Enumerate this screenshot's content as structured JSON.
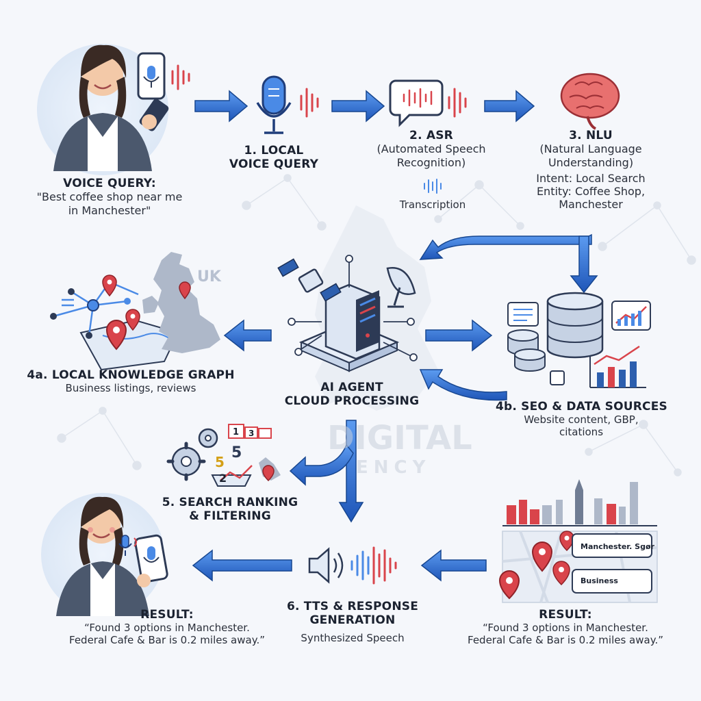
{
  "watermark": {
    "line1": "DIGITAL",
    "line2": "ENCY"
  },
  "voice_query": {
    "title": "VOICE QUERY:",
    "quote_line1": "\"Best coffee shop near me",
    "quote_line2": "in Manchester\""
  },
  "step1": {
    "line1": "1. LOCAL",
    "line2": "VOICE QUERY"
  },
  "step2": {
    "title": "2. ASR",
    "line1": "(Automated Speech",
    "line2": "Recognition)",
    "caption": "Transcription"
  },
  "step3": {
    "title": "3. NLU",
    "line1": "(Natural Language",
    "line2": "Understanding)",
    "intent": "Intent: Local Search",
    "entity_line1": "Entity: Coffee Shop,",
    "entity_line2": "Manchester"
  },
  "uk_label": "UK",
  "step4a": {
    "title": "4a. LOCAL KNOWLEDGE GRAPH",
    "caption": "Business listings, reviews"
  },
  "ai_agent": {
    "line1": "AI AGENT",
    "line2": "CLOUD PROCESSING"
  },
  "step4b": {
    "title": "4b. SEO & DATA SOURCES",
    "line1": "Website content, GBP,",
    "line2": "citations"
  },
  "step5": {
    "line1": "5. SEARCH RANKING",
    "line2": "& FILTERING"
  },
  "rank_labels": {
    "a": "1",
    "b": "3",
    "c": "5",
    "d": "5",
    "e": "2"
  },
  "map_cards": {
    "card1": "Manchester. Sgør",
    "card2": "Business"
  },
  "step6": {
    "line1": "6. TTS & RESPONSE",
    "line2": "GENERATION",
    "caption": "Synthesized Speech"
  },
  "result_left": {
    "title": "RESULT:",
    "line1": "“Found 3 options in Manchester.",
    "line2": "Federal Cafe & Bar is 0.2 miles away.”"
  },
  "result_right": {
    "title": "RESULT:",
    "line1": "“Found 3 options in Manchester.",
    "line2": "Federal Cafe & Bar is 0.2 miles away.”"
  },
  "colors": {
    "arrow_blue": "#2f6fd6",
    "accent_red": "#d9444b",
    "navy": "#2d3a55",
    "light_blue": "#dce8f7"
  }
}
